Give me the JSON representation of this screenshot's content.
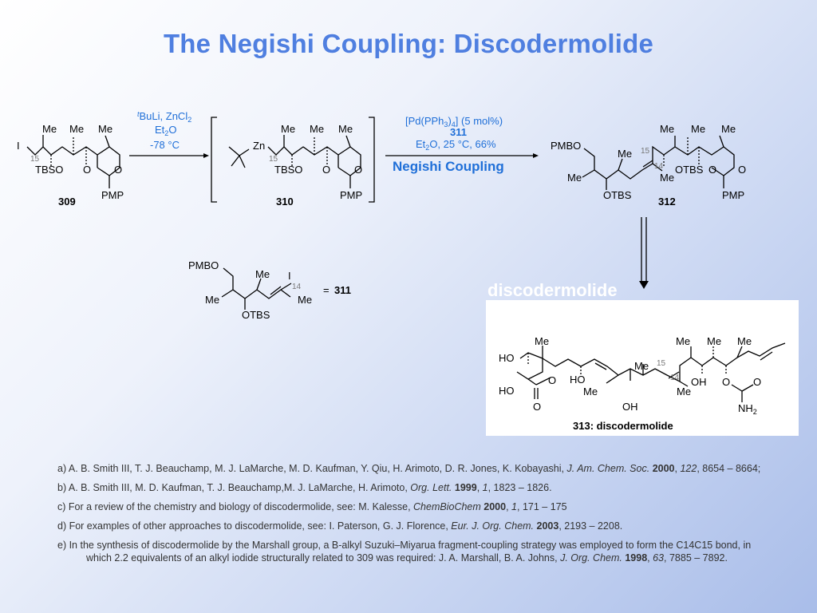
{
  "title": "The Negishi Coupling: Discodermolide",
  "heading_overlay": "discodermolide",
  "labels": {
    "me": "Me",
    "tbso": "TBSO",
    "otbs": "OTBS",
    "pmp": "PMP",
    "pmbo": "PMBO",
    "o": "O",
    "i": "I",
    "zn": "Zn",
    "ho": "HO",
    "oh": "OH",
    "nh2": "NH",
    "sub2": "2",
    "c15": "15",
    "c14": "14",
    "eq311": "=",
    "eq311_num": "311"
  },
  "compounds": {
    "c309": "309",
    "c310": "310",
    "c312": "312",
    "c311": "311",
    "c313": "313: discodermolide"
  },
  "step1": {
    "line1_sup": "t",
    "line1_a": "BuLi, ZnCl",
    "line1_sub": "2",
    "line2_a": "Et",
    "line2_sub": "2",
    "line2_b": "O",
    "line3": "-78 °C"
  },
  "step2": {
    "line1_a": "[Pd(PPh",
    "line1_sub3": "3",
    "line1_b": ")",
    "line1_sub4": "4",
    "line1_c": "] (5 mol%)",
    "line2": "311",
    "line3_a": "Et",
    "line3_sub": "2",
    "line3_b": "O, 25 °C, 66%",
    "name": "Negishi Coupling"
  },
  "references": [
    {
      "a": "a) A. B. Smith III, T. J. Beauchamp, M. J. LaMarche, M. D. Kaufman, Y. Qiu, H. Arimoto, D. R. Jones, K. Kobayashi, ",
      "journal": "J. Am. Chem. Soc.",
      "year": "2000",
      "vol": "122",
      "pages": ", 8654 – 8664;"
    },
    {
      "a": "b) A. B. Smith III, M. D. Kaufman, T. J. Beauchamp,M. J. LaMarche, H. Arimoto, ",
      "journal": "Org. Lett.",
      "year": "1999",
      "vol": "1",
      "pages": ", 1823 – 1826."
    },
    {
      "a": "c) For a review of the chemistry and biology of discodermolide, see: M. Kalesse, ",
      "journal": "ChemBioChem",
      "year": "2000",
      "vol": "1",
      "pages": ", 171 – 175"
    },
    {
      "a": "d) For examples of other approaches to discodermolide, see: I. Paterson, G. J. Florence, ",
      "journal": "Eur. J. Org. Chem.",
      "year": "2003",
      "vol": "",
      "pages": ", 2193 – 2208."
    },
    {
      "a": "e) In the synthesis of discodermolide by the Marshall group, a B-alkyl Suzuki–Miyarua fragment-coupling strategy was employed to form the C14C15 bond, in which 2.2 equivalents of an alkyl iodide structurally related to 309 was required: J. A. Marshall, B. A. Johns, ",
      "journal": "J. Org. Chem.",
      "year": "1998",
      "vol": "63",
      "pages": ", 7885 – 7892."
    }
  ],
  "colors": {
    "title": "#4f7fe0",
    "reagent": "#1f6fd8"
  }
}
